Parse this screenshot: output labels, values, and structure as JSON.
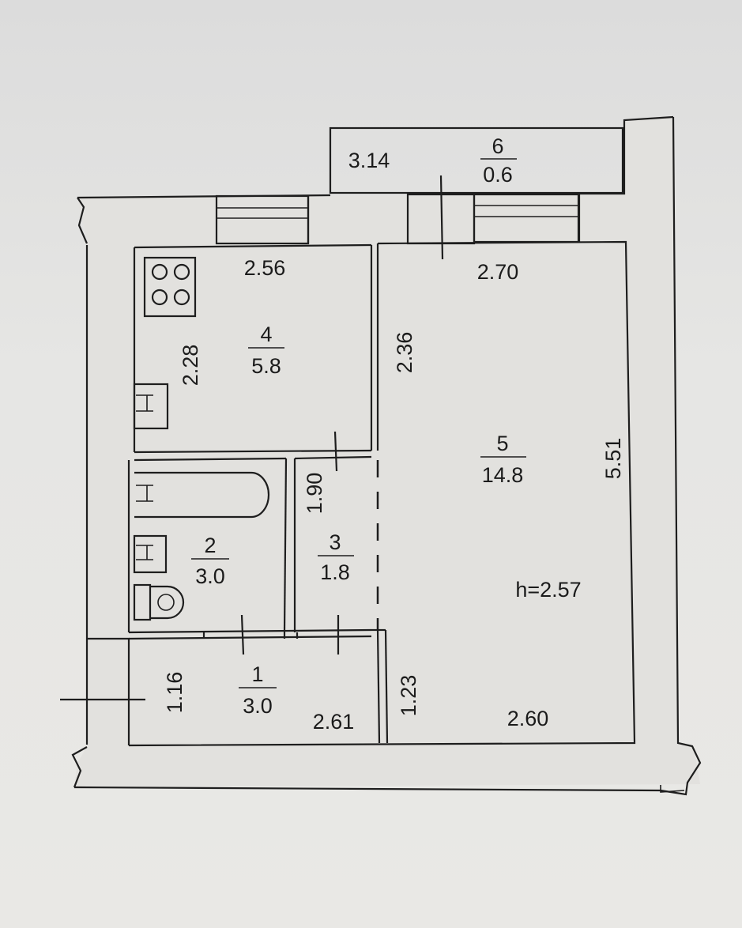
{
  "balcony": {
    "number": "6",
    "area": "0.6",
    "length": "3.14"
  },
  "rooms": [
    {
      "number": "1",
      "area": "3.0"
    },
    {
      "number": "2",
      "area": "3.0"
    },
    {
      "number": "3",
      "area": "1.8"
    },
    {
      "number": "4",
      "area": "5.8"
    },
    {
      "number": "5",
      "area": "14.8"
    }
  ],
  "dimensions": {
    "kitchen_width": "2.56",
    "room5_width": "2.70",
    "kitchen_depth": "2.28",
    "kitchen_right_wall": "2.36",
    "room5_depth": "5.51",
    "closet_depth": "1.90",
    "hall_depth": "1.16",
    "hall_width": "2.61",
    "hall_right": "1.23",
    "room5_bottom_width": "2.60"
  },
  "ceiling_height": "h=2.57"
}
